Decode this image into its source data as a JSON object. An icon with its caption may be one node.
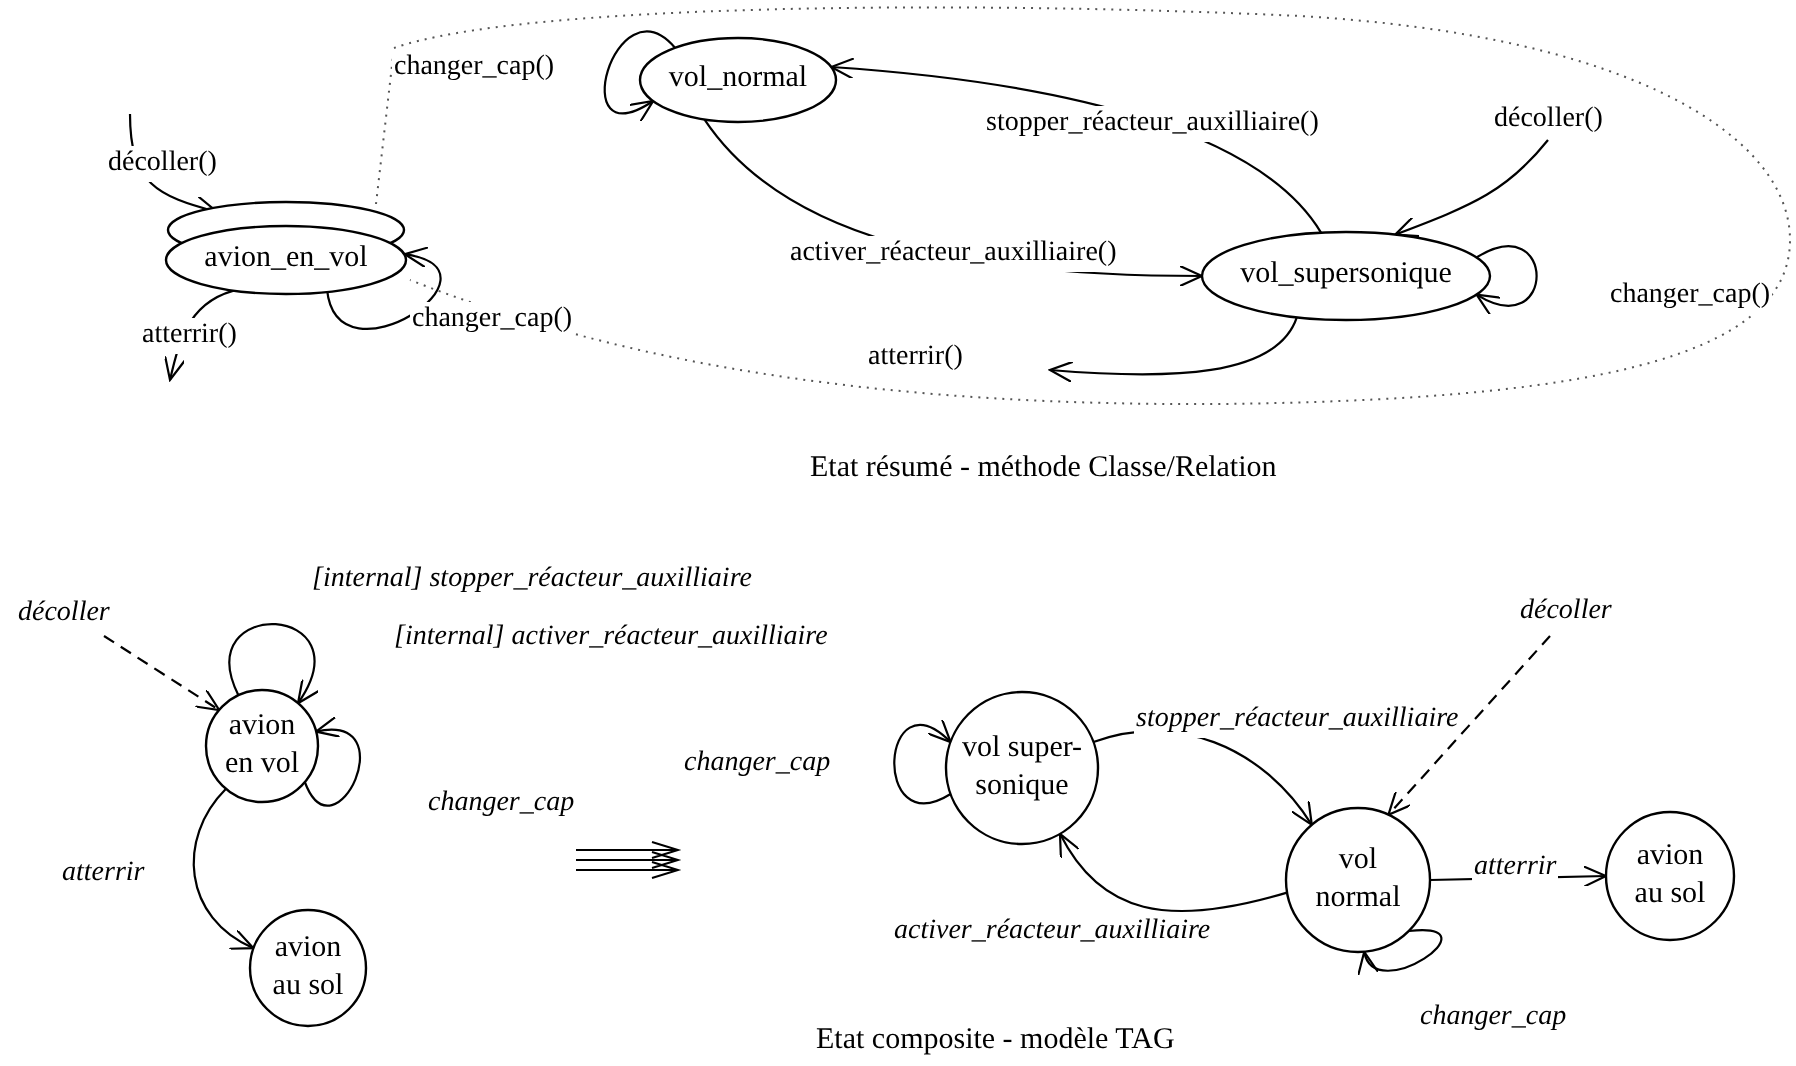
{
  "diagram": {
    "nodes": [
      {
        "text": [
          "avion_en_vol"
        ]
      },
      {
        "text": [],
        "shape": "cloud"
      },
      {
        "text": [
          "vol_normal"
        ],
        "in": 1
      },
      {
        "text": [
          "vol_supersonique"
        ],
        "in": 1
      },
      {
        "text": [
          "avion en vol"
        ]
      },
      {
        "text": [
          "avion au sol"
        ]
      },
      {
        "text": [
          "vol super- sonique"
        ]
      },
      {
        "text": [
          "vol normal"
        ]
      },
      {
        "text": [
          "avion au sol"
        ]
      }
    ],
    "edges": [
      {
        "from": null,
        "to": 0,
        "arrow": "to",
        "label": "décoller()"
      },
      {
        "from": 0,
        "to": null,
        "arrow": "to",
        "label": "atterrir()"
      },
      {
        "from": 0,
        "to": 0,
        "arrow": "to",
        "label": "changer_cap()"
      },
      {
        "from": 2,
        "to": 2,
        "arrow": "to",
        "label": "changer_cap()"
      },
      {
        "from": 3,
        "to": 2,
        "arrow": "to",
        "label": "stopper_réacteur_auxilliaire()"
      },
      {
        "from": 2,
        "to": 3,
        "arrow": "to",
        "label": "activer_réacteur_auxilliaire()"
      },
      {
        "from": null,
        "to": 3,
        "arrow": "to",
        "label": "décoller()"
      },
      {
        "from": 3,
        "to": 3,
        "arrow": "to",
        "label": "changer_cap()"
      },
      {
        "from": 3,
        "to": null,
        "arrow": "to",
        "label": "atterrir()"
      },
      {
        "from": null,
        "to": 4,
        "arrow": "to",
        "label": "décoller",
        "style": "dashed"
      },
      {
        "from": 4,
        "to": 4,
        "arrow": "to",
        "label": "[internal] stopper_réacteur_auxilliaire"
      },
      {
        "from": 4,
        "to": 4,
        "arrow": "to",
        "label": "changer_cap"
      },
      {
        "from": 4,
        "to": 5,
        "arrow": "to",
        "label": "atterrir"
      },
      {
        "from": 6,
        "to": 6,
        "arrow": "to",
        "label": "changer_cap"
      },
      {
        "from": 6,
        "to": 7,
        "arrow": "to",
        "label": "stopper_réacteur_auxilliaire"
      },
      {
        "from": 7,
        "to": 6,
        "arrow": "to",
        "label": "activer_réacteur_auxilliaire"
      },
      {
        "from": null,
        "to": 7,
        "arrow": "to",
        "label": "décoller",
        "style": "dashed"
      },
      {
        "from": 7,
        "to": 8,
        "arrow": "to",
        "label": "atterrir"
      },
      {
        "from": 7,
        "to": 7,
        "arrow": "to",
        "label": "changer_cap"
      }
    ],
    "labels": [
      "[internal] activer_réacteur_auxilliaire",
      "Etat résumé - méthode Classe/Relation",
      "Etat composite - modèle TAG"
    ]
  }
}
